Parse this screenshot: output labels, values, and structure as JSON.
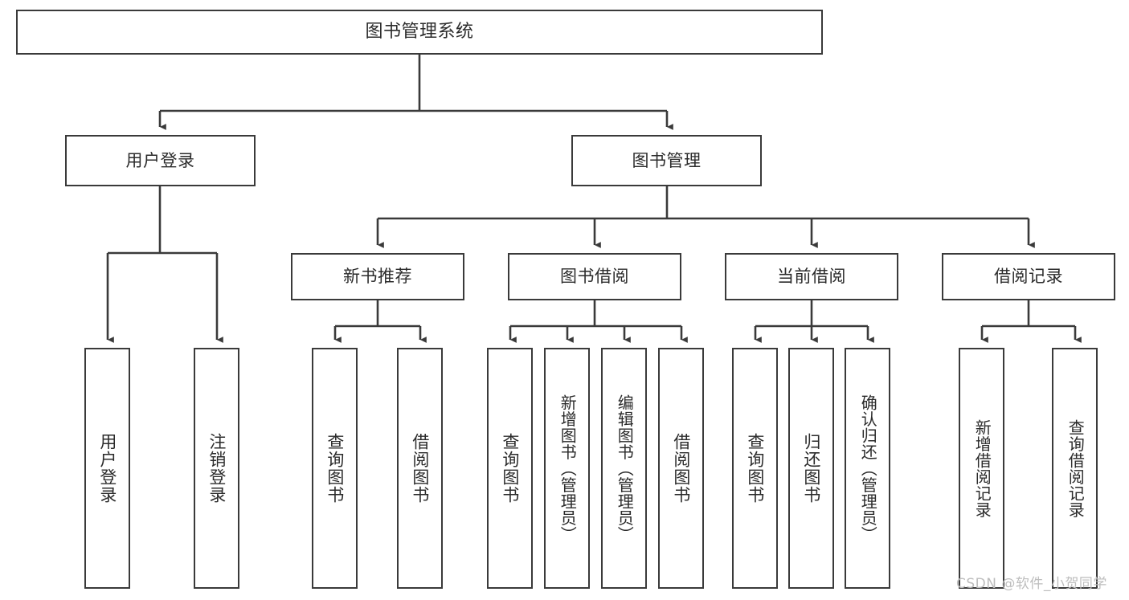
{
  "diagram": {
    "type": "tree-hierarchy",
    "title": "图书管理系统",
    "root": {
      "label": "图书管理系统"
    },
    "level2": [
      {
        "label": "用户登录"
      },
      {
        "label": "图书管理"
      }
    ],
    "level3": [
      {
        "label": "新书推荐"
      },
      {
        "label": "图书借阅"
      },
      {
        "label": "当前借阅"
      },
      {
        "label": "借阅记录"
      }
    ],
    "leaves": [
      {
        "label": "用户登录",
        "parent": "用户登录"
      },
      {
        "label": "注销登录",
        "parent": "用户登录"
      },
      {
        "label": "查询图书",
        "parent": "新书推荐"
      },
      {
        "label": "借阅图书",
        "parent": "新书推荐"
      },
      {
        "label": "查询图书",
        "parent": "图书借阅"
      },
      {
        "label": "新增图书（管理员）",
        "parent": "图书借阅"
      },
      {
        "label": "编辑图书（管理员）",
        "parent": "图书借阅"
      },
      {
        "label": "借阅图书",
        "parent": "图书借阅"
      },
      {
        "label": "查询图书",
        "parent": "当前借阅"
      },
      {
        "label": "归还图书",
        "parent": "当前借阅"
      },
      {
        "label": "确认归还（管理员）",
        "parent": "当前借阅"
      },
      {
        "label": "新增借阅记录",
        "parent": "借阅记录"
      },
      {
        "label": "查询借阅记录",
        "parent": "借阅记录"
      }
    ],
    "colors": {
      "stroke": "#3a3a3a",
      "text": "#2b2b2b",
      "background": "#ffffff",
      "watermark": "#bdbdbd"
    }
  },
  "watermark": {
    "text": "CSDN @软件_小贺同学"
  }
}
